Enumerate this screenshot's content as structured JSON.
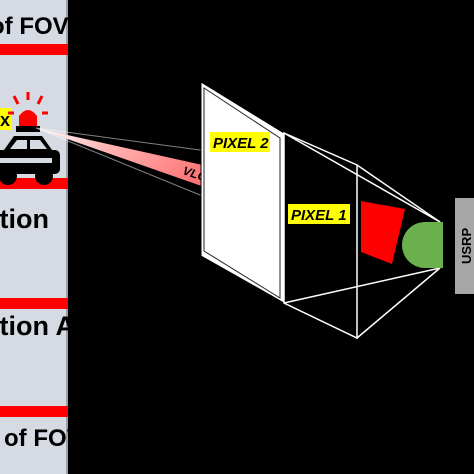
{
  "panel": {
    "fragments": [
      "of FOV",
      "x",
      "ition",
      "ition A",
      "of FOV"
    ]
  },
  "labels": {
    "pixel2": "PIXEL 2",
    "pixel1": "PIXEL 1",
    "channel": "VLC Channel",
    "device": "USRP"
  },
  "colors": {
    "background": "#000000",
    "panel": "#d6dbe3",
    "red_bar": "#ff0000",
    "highlight": "#ffff00",
    "beam": "#ff5a5a",
    "receiver": "#6ab04c",
    "usrp_box": "#a6a6a6"
  },
  "icons": [
    "police-car-icon",
    "siren-light-icon",
    "lens-icon",
    "receiver-icon"
  ]
}
